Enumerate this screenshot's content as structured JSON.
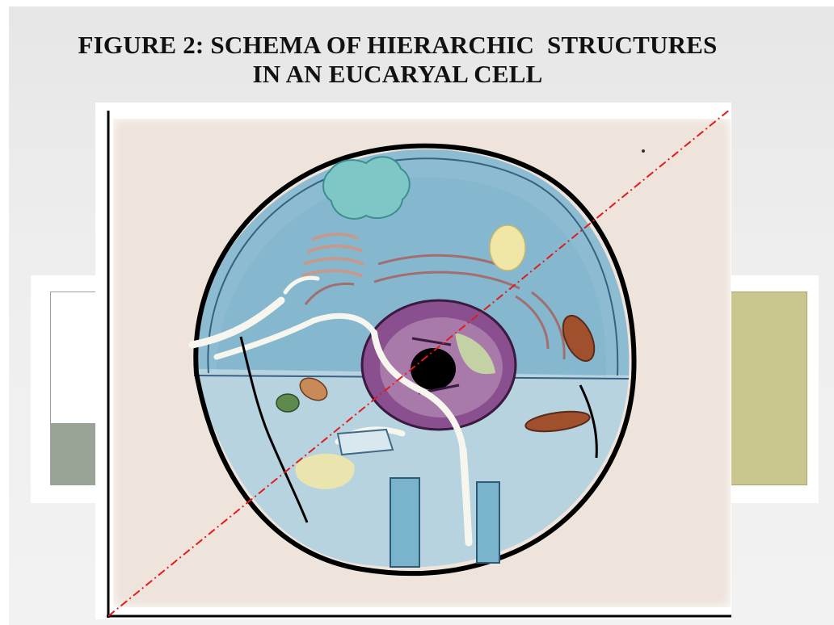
{
  "title": {
    "line1": "FIGURE 2: SCHEMA OF HIERARCHIC  STRUCTURES",
    "line2": "IN AN EUCARYAL CELL"
  },
  "colors": {
    "slide_background": "#eeeeee",
    "figure_background": "#efe4dc",
    "cytoplasm": "#9fc6d8",
    "cell_wall": "#000000",
    "nucleus": "#8a4f8e",
    "nucleolus": "#000000",
    "mitochondria": "#a0502d",
    "diagonal_line": "#e31b1b",
    "left_accent": "#99a497",
    "right_accent": "#c9c78d"
  },
  "icons": {
    "cell": "eukaryotic-cell-illustration"
  }
}
